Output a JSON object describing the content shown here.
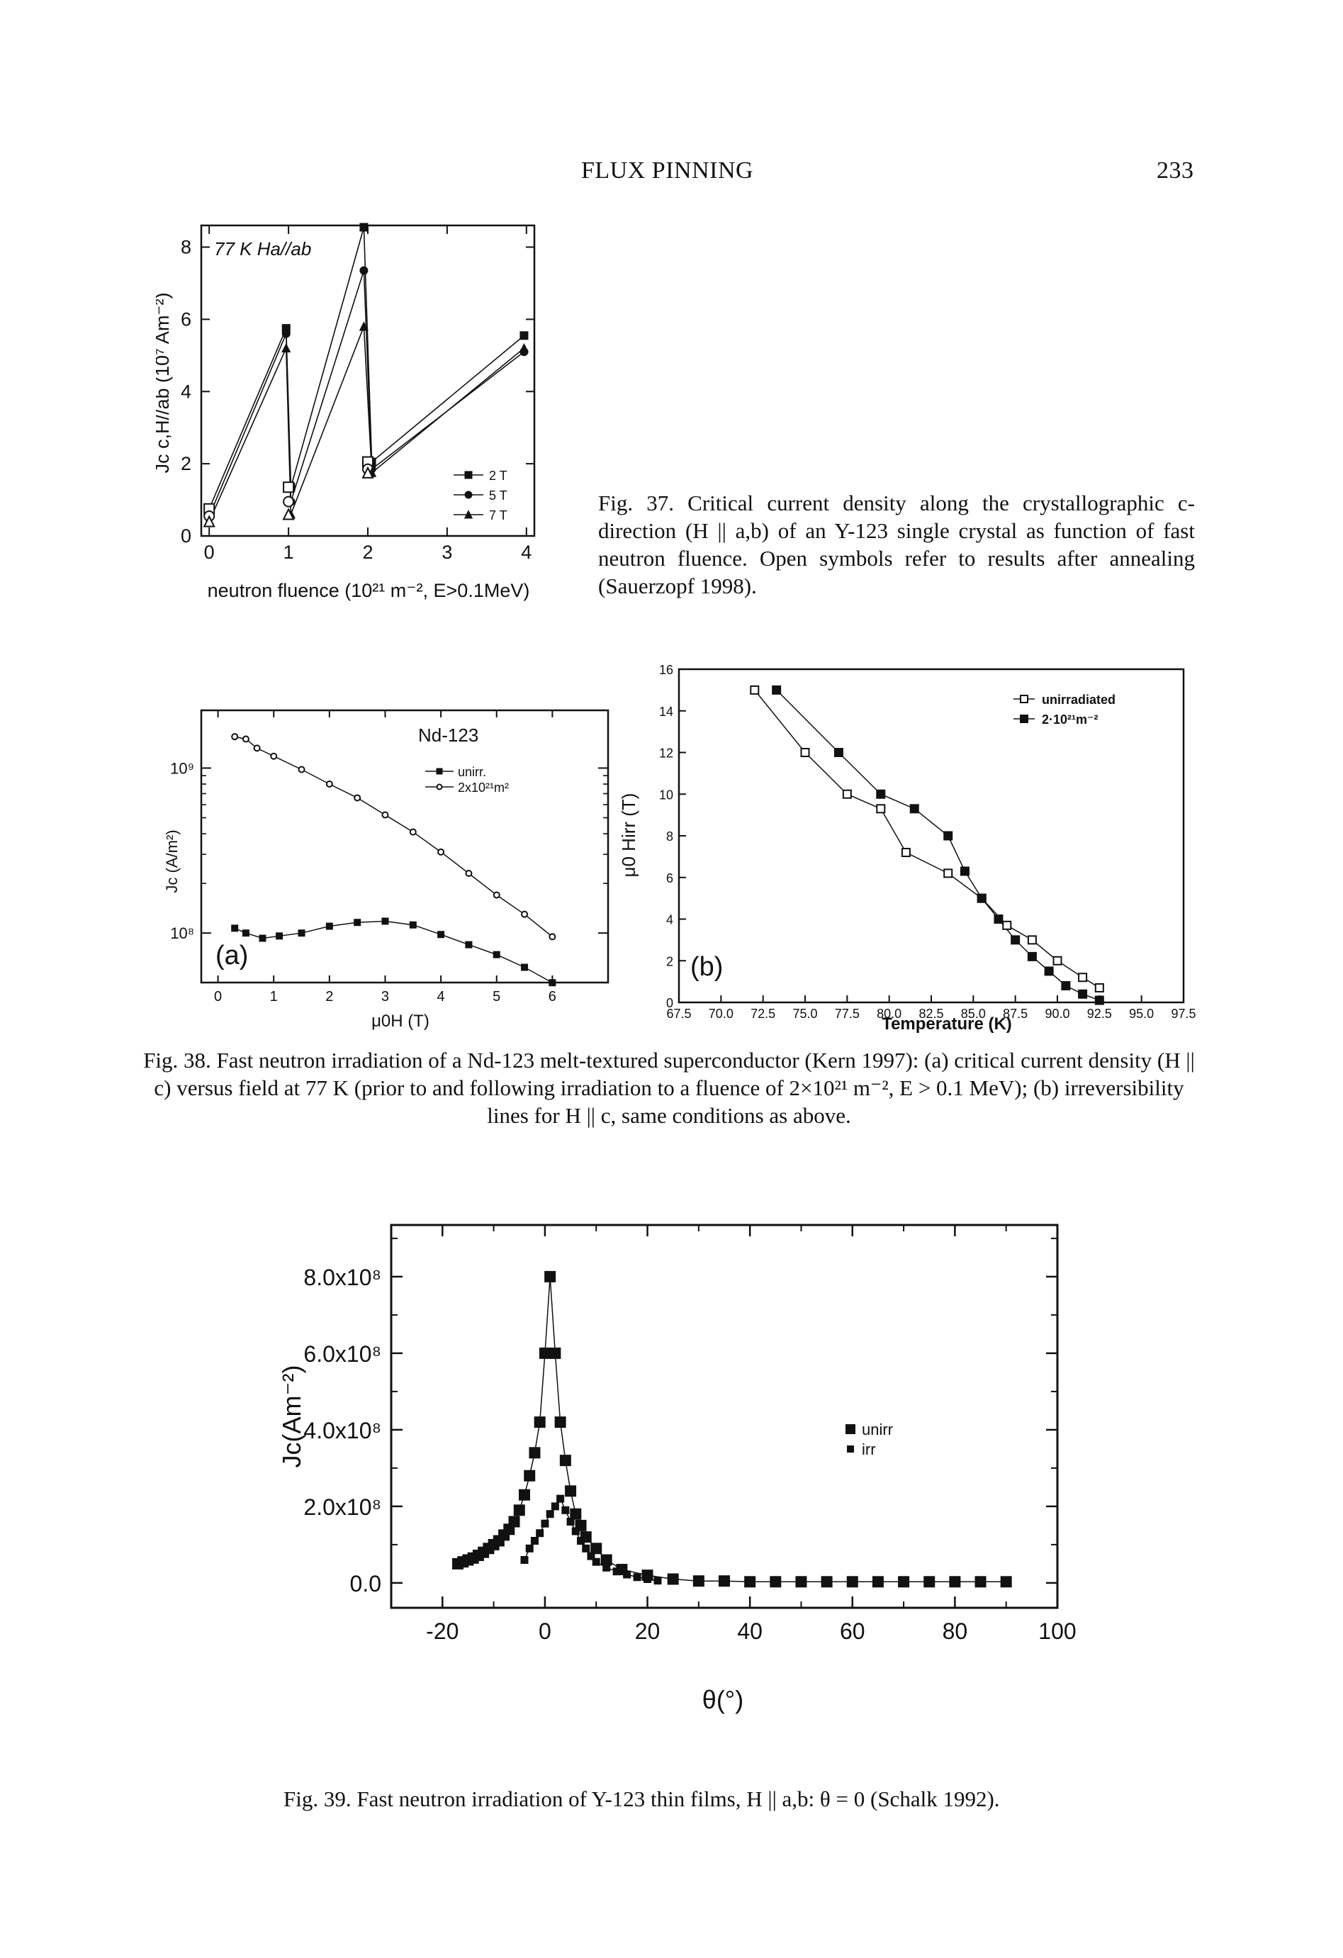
{
  "header": {
    "title": "FLUX PINNING",
    "page_number": "233"
  },
  "captions": {
    "fig37": "Fig. 37. Critical current density along the crystallographic c-direction (H || a,b) of an Y-123 single crystal as function of fast neutron fluence. Open symbols refer to results after annealing (Sauerzopf 1998).",
    "fig38": "Fig. 38. Fast neutron irradiation of a Nd-123 melt-textured superconductor (Kern 1997): (a) critical current density (H || c) versus field at 77 K (prior to and following irradiation to a fluence of 2×10²¹ m⁻², E > 0.1 MeV); (b) irreversibility lines for H || c, same conditions as above.",
    "fig39": "Fig. 39. Fast neutron irradiation of Y-123 thin films, H || a,b: θ = 0 (Schalk 1992)."
  },
  "chart_data": [
    {
      "id": "fig37",
      "type": "line",
      "annotation": "77 K  Ha//ab",
      "xlabel": "neutron fluence (10²¹ m⁻², E>0.1MeV)",
      "ylabel": "Jc c,H//ab (10⁷ Am⁻²)",
      "xlim": [
        -0.1,
        4.1
      ],
      "ylim": [
        0,
        8.6
      ],
      "xticks": [
        "0",
        "1",
        "2",
        "3",
        "4"
      ],
      "yticks": [
        "0",
        "2",
        "4",
        "6",
        "8"
      ],
      "legend": {
        "position": "bottom-right",
        "entries": [
          "2 T",
          "5 T",
          "7 T"
        ]
      },
      "series": [
        {
          "name": "2 T",
          "marker": "square",
          "filled": [
            [
              0,
              0.75
            ],
            [
              0.97,
              5.75
            ],
            [
              1.03,
              1.35
            ],
            [
              1.95,
              8.55
            ],
            [
              2.05,
              2.05
            ],
            [
              3.97,
              5.55
            ]
          ],
          "open": [
            [
              0,
              0.75
            ],
            [
              1,
              1.35
            ],
            [
              2,
              2.05
            ]
          ]
        },
        {
          "name": "5 T",
          "marker": "circle",
          "filled": [
            [
              0,
              0.55
            ],
            [
              0.97,
              5.6
            ],
            [
              1.03,
              0.95
            ],
            [
              1.95,
              7.35
            ],
            [
              2.05,
              1.85
            ],
            [
              3.97,
              5.1
            ]
          ],
          "open": [
            [
              0,
              0.55
            ],
            [
              1,
              0.95
            ],
            [
              2,
              1.85
            ]
          ]
        },
        {
          "name": "7 T",
          "marker": "triangle",
          "filled": [
            [
              0,
              0.4
            ],
            [
              0.97,
              5.2
            ],
            [
              1.03,
              0.6
            ],
            [
              1.95,
              5.8
            ],
            [
              2.05,
              1.75
            ],
            [
              3.97,
              5.2
            ]
          ],
          "open": [
            [
              0,
              0.4
            ],
            [
              1,
              0.6
            ],
            [
              2,
              1.75
            ]
          ]
        }
      ]
    },
    {
      "id": "fig38a",
      "type": "line",
      "panel_label": "(a)",
      "annotation": "Nd-123",
      "xlabel": "μ0H (T)",
      "ylabel": "Jc (A/m²)",
      "xlim": [
        -0.3,
        7
      ],
      "ylim_log": [
        7.7,
        9.35
      ],
      "xticks": [
        "0",
        "1",
        "2",
        "3",
        "4",
        "5",
        "6"
      ],
      "yticks": [
        "10⁸",
        "10⁹"
      ],
      "legend": {
        "position": "top-right",
        "entries": [
          "unirr.",
          "2x10²¹m²"
        ]
      },
      "series": [
        {
          "name": "unirr.",
          "marker": "square-filled",
          "x": [
            0.3,
            0.5,
            0.8,
            1.1,
            1.5,
            2.0,
            2.5,
            3.0,
            3.5,
            4.0,
            4.5,
            5.0,
            5.5,
            6.0
          ],
          "y": [
            107000000.0,
            100000000.0,
            93000000.0,
            96000000.0,
            100000000.0,
            110000000.0,
            116000000.0,
            118000000.0,
            112000000.0,
            98000000.0,
            85000000.0,
            74000000.0,
            62000000.0,
            50000000.0
          ]
        },
        {
          "name": "2x10²¹m²",
          "marker": "circle-open",
          "x": [
            0.3,
            0.5,
            0.7,
            1.0,
            1.5,
            2.0,
            2.5,
            3.0,
            3.5,
            4.0,
            4.5,
            5.0,
            5.5,
            6.0
          ],
          "y": [
            1550000000.0,
            1500000000.0,
            1320000000.0,
            1180000000.0,
            980000000.0,
            800000000.0,
            660000000.0,
            520000000.0,
            410000000.0,
            310000000.0,
            230000000.0,
            170000000.0,
            130000000.0,
            95000000.0
          ]
        }
      ]
    },
    {
      "id": "fig38b",
      "type": "line",
      "panel_label": "(b)",
      "xlabel": "Temperature (K)",
      "ylabel": "μ0 Hirr (T)",
      "xlim": [
        67.5,
        97.5
      ],
      "ylim": [
        0,
        16
      ],
      "xticks": [
        "67.5",
        "70.0",
        "72.5",
        "75.0",
        "77.5",
        "80.0",
        "82.5",
        "85.0",
        "87.5",
        "90.0",
        "92.5",
        "95.0",
        "97.5"
      ],
      "yticks": [
        "0",
        "2",
        "4",
        "6",
        "8",
        "10",
        "12",
        "14",
        "16"
      ],
      "legend": {
        "position": "top-right",
        "entries": [
          "unirradiated",
          "2·10²¹m⁻²"
        ]
      },
      "series": [
        {
          "name": "unirradiated",
          "marker": "square-open",
          "x": [
            72.0,
            75.0,
            77.5,
            79.5,
            81.0,
            83.5,
            85.5,
            87.0,
            88.5,
            90.0,
            91.5,
            92.5
          ],
          "y": [
            15.0,
            12.0,
            10.0,
            9.3,
            7.2,
            6.2,
            5.0,
            3.7,
            3.0,
            2.0,
            1.2,
            0.7
          ]
        },
        {
          "name": "2·10²¹m⁻²",
          "marker": "square-filled",
          "x": [
            73.3,
            77.0,
            79.5,
            81.5,
            83.5,
            84.5,
            85.5,
            86.5,
            87.5,
            88.5,
            89.5,
            90.5,
            91.5,
            92.5
          ],
          "y": [
            15.0,
            12.0,
            10.0,
            9.3,
            8.0,
            6.3,
            5.0,
            4.0,
            3.0,
            2.2,
            1.5,
            0.8,
            0.4,
            0.1
          ]
        }
      ]
    },
    {
      "id": "fig39",
      "type": "scatter",
      "xlabel": "θ(°)",
      "ylabel": "Jc(Am⁻²)",
      "xlim": [
        -30,
        100
      ],
      "ylim": [
        -65000000.0,
        935000000.0
      ],
      "xticks": [
        "-20",
        "0",
        "20",
        "40",
        "60",
        "80",
        "100"
      ],
      "yticks": [
        "0.0",
        "2.0x10⁸",
        "4.0x10⁸",
        "6.0x10⁸",
        "8.0x10⁸"
      ],
      "legend": {
        "position": "right",
        "entries": [
          "unirr",
          "irr"
        ]
      },
      "series": [
        {
          "name": "unirr",
          "marker": "square-filled",
          "x": [
            -17,
            -16,
            -15,
            -14,
            -13,
            -12,
            -11,
            -10,
            -9,
            -8,
            -7,
            -6,
            -5,
            -4,
            -3,
            -2,
            -1,
            0,
            1,
            2,
            3,
            4,
            5,
            6,
            7,
            8,
            10,
            12,
            15,
            20,
            25,
            30,
            35,
            40,
            45,
            50,
            55,
            60,
            65,
            70,
            75,
            80,
            85,
            90
          ],
          "y": [
            50000000.0,
            55000000.0,
            60000000.0,
            65000000.0,
            72000000.0,
            80000000.0,
            90000000.0,
            100000000.0,
            110000000.0,
            125000000.0,
            140000000.0,
            160000000.0,
            190000000.0,
            230000000.0,
            280000000.0,
            340000000.0,
            420000000.0,
            600000000.0,
            800000000.0,
            600000000.0,
            420000000.0,
            320000000.0,
            240000000.0,
            180000000.0,
            150000000.0,
            120000000.0,
            90000000.0,
            60000000.0,
            35000000.0,
            20000000.0,
            10000000.0,
            5000000.0,
            5000000.0,
            3000000.0,
            3000000.0,
            3000000.0,
            3000000.0,
            3000000.0,
            3000000.0,
            3000000.0,
            3000000.0,
            3000000.0,
            3000000.0,
            3000000.0
          ]
        },
        {
          "name": "irr",
          "marker": "square-filled-small",
          "x": [
            -4,
            -3,
            -2,
            -1,
            0,
            1,
            2,
            3,
            4,
            5,
            6,
            7,
            8,
            9,
            10,
            12,
            14,
            16,
            18,
            20,
            22
          ],
          "y": [
            60000000.0,
            90000000.0,
            110000000.0,
            130000000.0,
            155000000.0,
            180000000.0,
            200000000.0,
            220000000.0,
            190000000.0,
            160000000.0,
            135000000.0,
            110000000.0,
            90000000.0,
            70000000.0,
            55000000.0,
            40000000.0,
            30000000.0,
            22000000.0,
            15000000.0,
            10000000.0,
            6000000.0
          ]
        }
      ]
    }
  ]
}
